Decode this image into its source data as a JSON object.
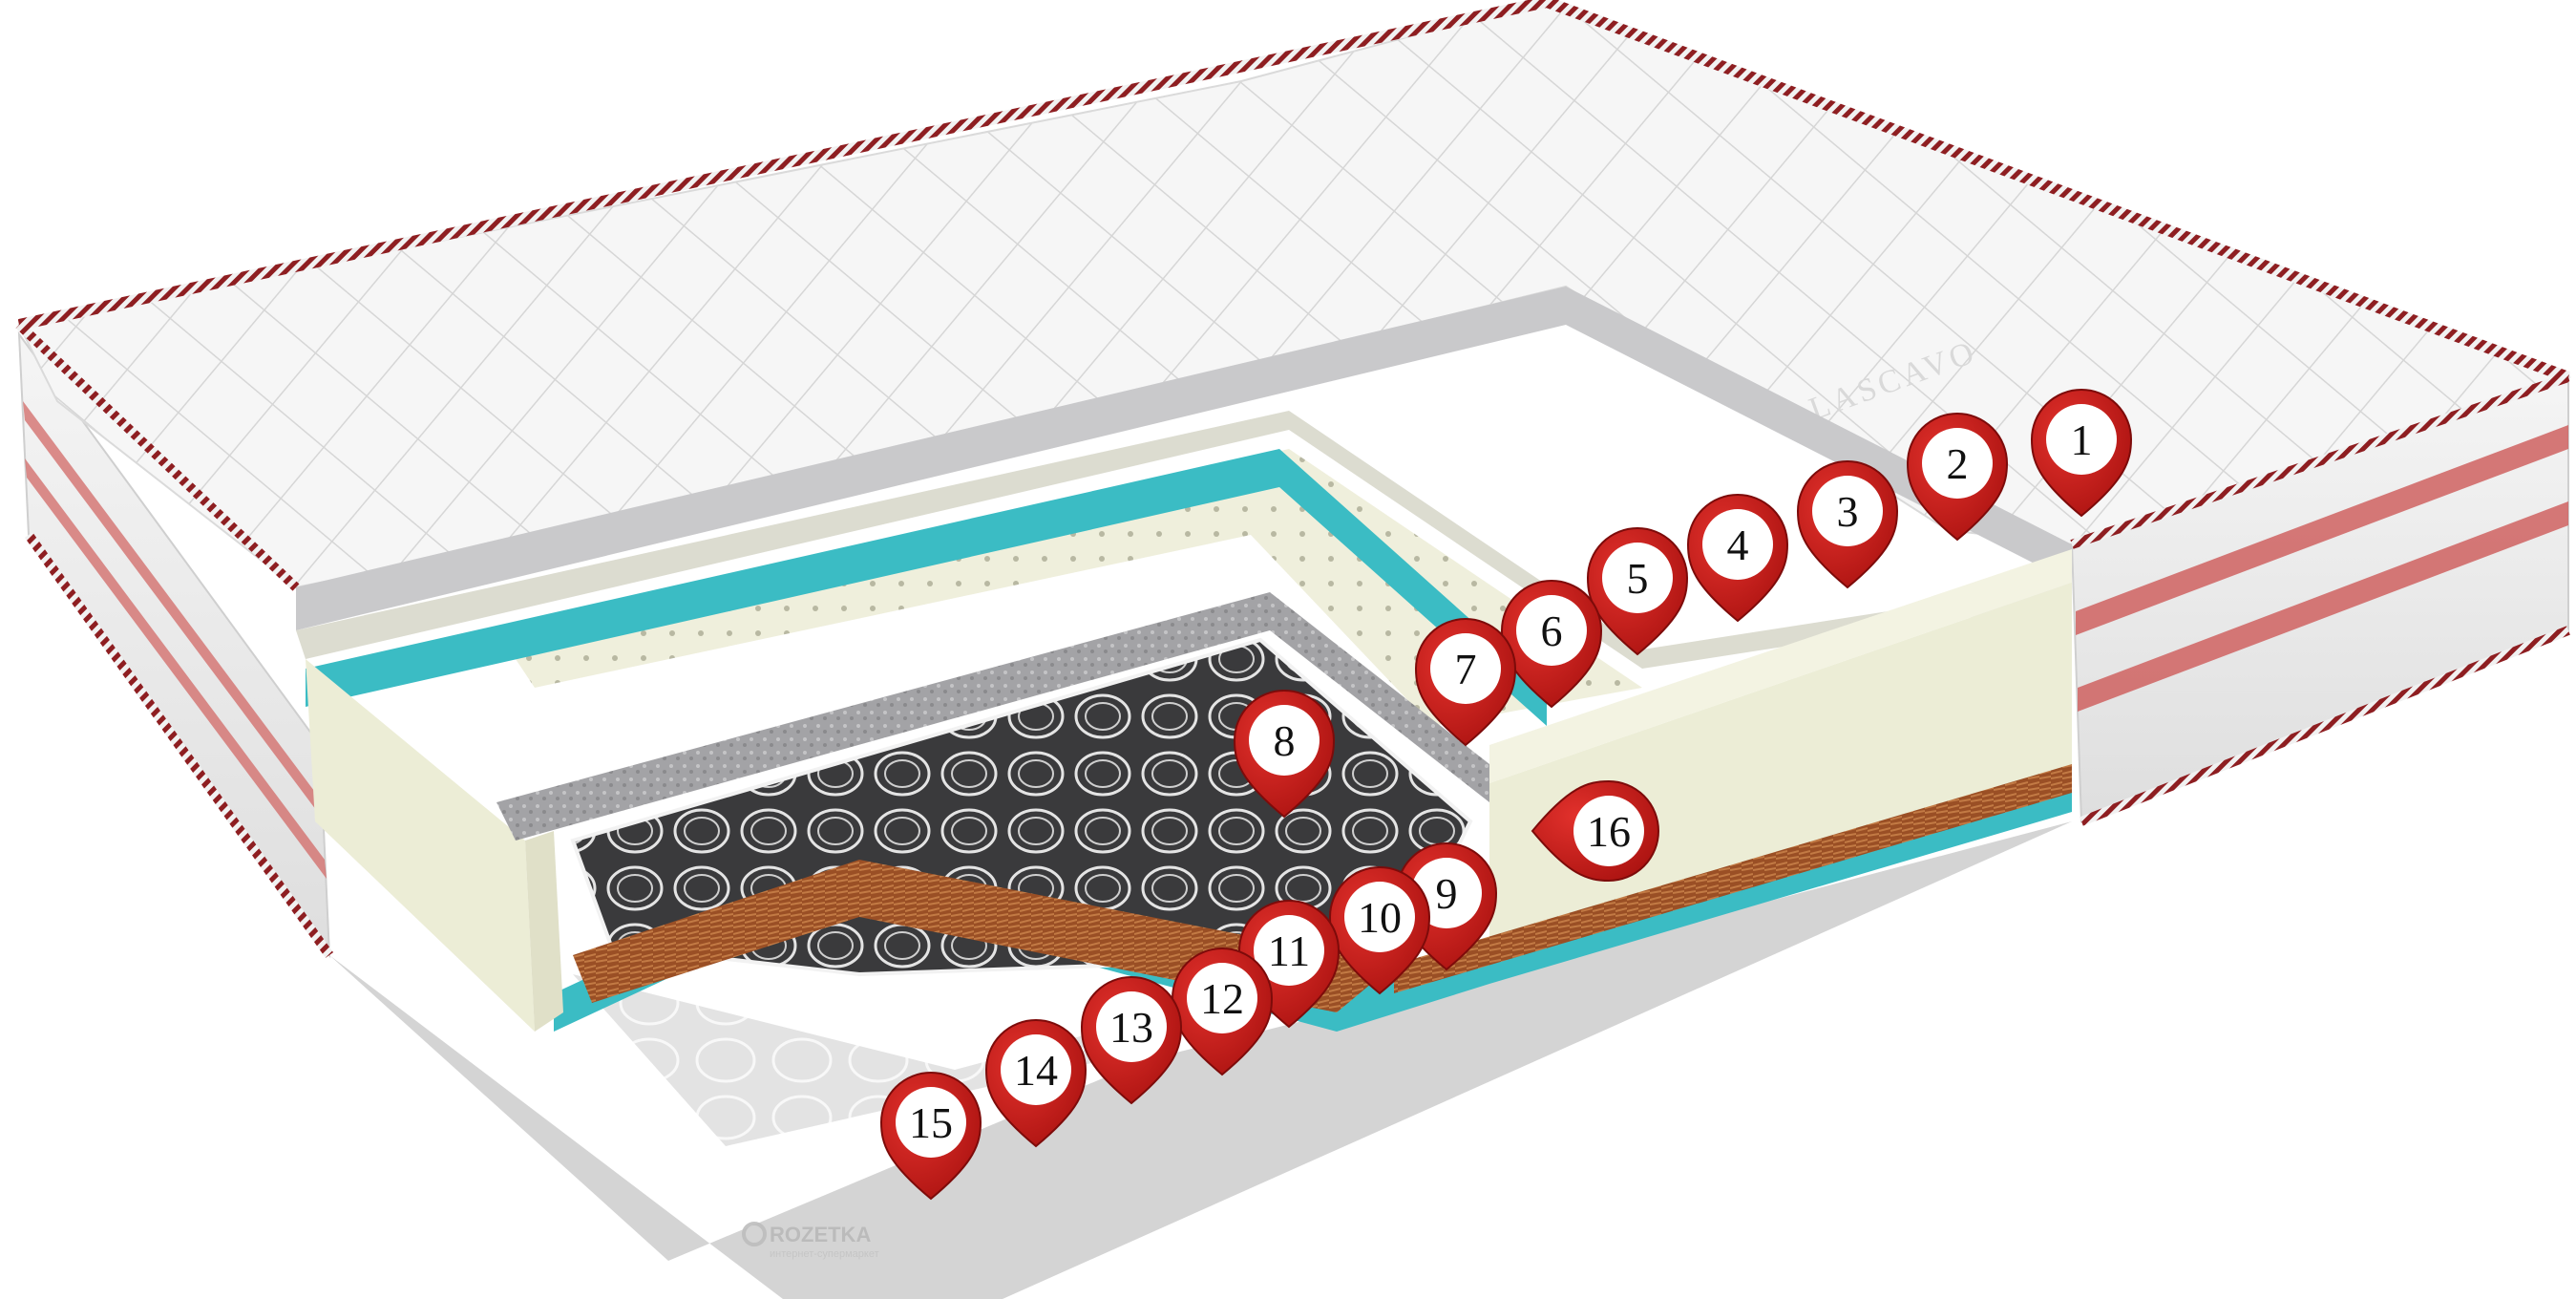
{
  "diagram": {
    "subject": "mattress-cross-section",
    "colors": {
      "marker_red": "#c8191b",
      "quilt_white": "#f4f4f4",
      "memory_foam_cream": "#ecedd6",
      "cold_foam_teal": "#3bbcc4",
      "coconut_coir": "#a0562a",
      "felt_grey": "#a9a9ab",
      "piping_red": "#8e1e21"
    },
    "brand_text": "LASCAVO",
    "markers": [
      "1",
      "2",
      "3",
      "4",
      "5",
      "6",
      "7",
      "8",
      "9",
      "10",
      "11",
      "12",
      "13",
      "14",
      "15",
      "16"
    ]
  },
  "watermark": {
    "text": "ROZETKA",
    "subtext": "интернет-супермаркет"
  }
}
